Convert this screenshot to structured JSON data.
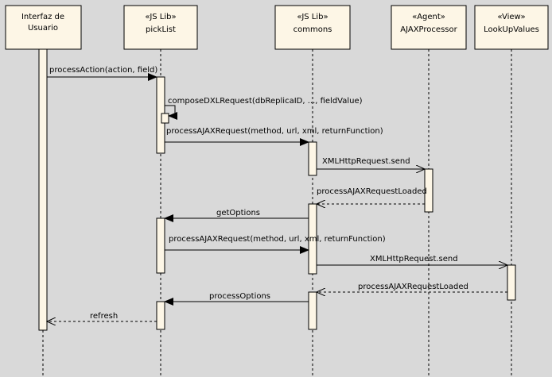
{
  "colors": {
    "background": "#d9d9d9",
    "box_fill": "#fdf6e6",
    "activation_fill": "#fdf6e6",
    "line": "#000000"
  },
  "participants": [
    {
      "id": "ui",
      "stereotype": "",
      "name_lines": [
        "Interfaz de",
        "Usuario"
      ]
    },
    {
      "id": "picklist",
      "stereotype": "«JS Lib»",
      "name_lines": [
        "pickList"
      ]
    },
    {
      "id": "commons",
      "stereotype": "«JS Lib»",
      "name_lines": [
        "commons"
      ]
    },
    {
      "id": "ajax",
      "stereotype": "«Agent»",
      "name_lines": [
        "AJAXProcessor"
      ]
    },
    {
      "id": "lookup",
      "stereotype": "«View»",
      "name_lines": [
        "LookUpValues"
      ]
    }
  ],
  "messages": [
    {
      "from": "ui",
      "to": "picklist",
      "label": "processAction(action, field)",
      "kind": "call"
    },
    {
      "from": "picklist",
      "to": "picklist",
      "label": "composeDXLRequest(dbReplicaID, ..., fieldValue)",
      "kind": "self"
    },
    {
      "from": "picklist",
      "to": "commons",
      "label": "processAJAXRequest(method, url, xml, returnFunction)",
      "kind": "call"
    },
    {
      "from": "commons",
      "to": "ajax",
      "label": "XMLHttpRequest.send",
      "kind": "async"
    },
    {
      "from": "ajax",
      "to": "commons",
      "label": "processAJAXRequestLoaded",
      "kind": "return"
    },
    {
      "from": "commons",
      "to": "picklist",
      "label": "getOptions",
      "kind": "call"
    },
    {
      "from": "picklist",
      "to": "commons",
      "label": "processAJAXRequest(method, url, xml, returnFunction)",
      "kind": "call"
    },
    {
      "from": "commons",
      "to": "lookup",
      "label": "XMLHttpRequest.send",
      "kind": "async"
    },
    {
      "from": "lookup",
      "to": "commons",
      "label": "processAJAXRequestLoaded",
      "kind": "return"
    },
    {
      "from": "commons",
      "to": "picklist",
      "label": "processOptions",
      "kind": "call"
    },
    {
      "from": "picklist",
      "to": "ui",
      "label": "refresh",
      "kind": "return"
    }
  ]
}
